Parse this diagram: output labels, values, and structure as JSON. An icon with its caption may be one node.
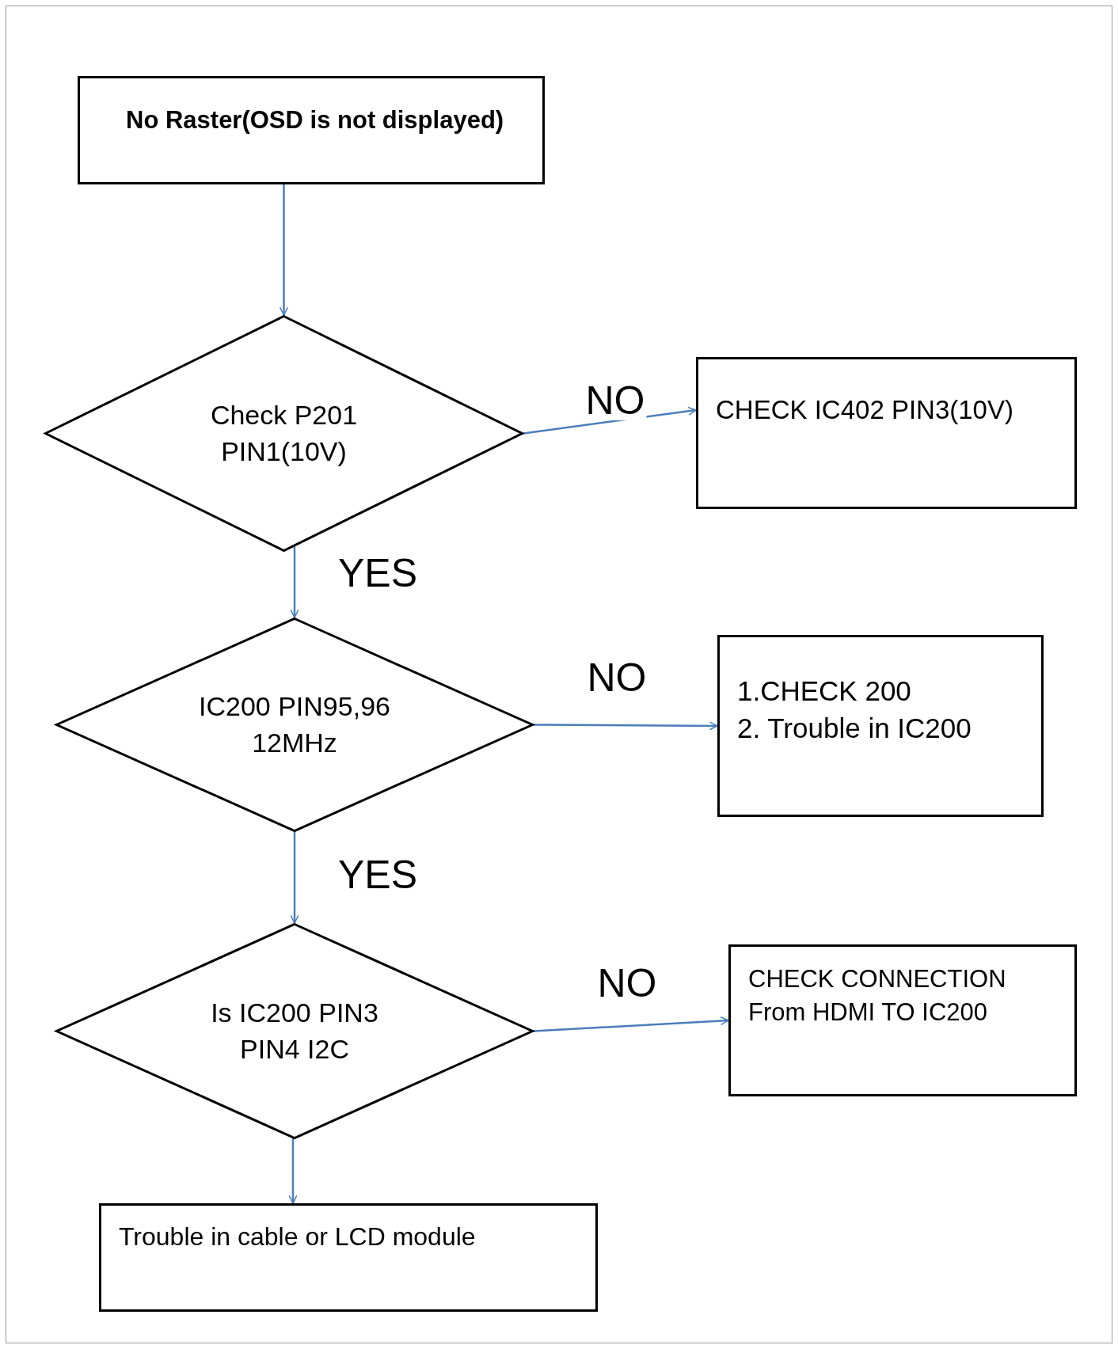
{
  "diagram": {
    "nodes": [
      {
        "text": [
          "No Raster(OSD is not displayed)"
        ]
      },
      {
        "text": [
          "Check P201 PIN1(10V)"
        ]
      },
      {
        "text": [
          "CHECK  IC402 PIN3(10V)"
        ]
      },
      {
        "text": [
          "IC200 PIN95,96 12MHz"
        ]
      },
      {
        "text": [
          "1.CHECK  200",
          "2. Trouble in IC200"
        ]
      },
      {
        "text": [
          "Is IC200 PIN3 PIN4 I2C"
        ]
      },
      {
        "text": [
          "CHECK  CONNECTION From HDMI TO  IC200"
        ]
      },
      {
        "text": [
          "Trouble in cable or LCD module"
        ]
      }
    ],
    "edges": [
      {
        "from": 0,
        "to": 1,
        "arrow": "to"
      },
      {
        "from": 1,
        "to": 2,
        "arrow": "to",
        "label": "NO"
      },
      {
        "from": 1,
        "to": 3,
        "arrow": "to",
        "label": "YES"
      },
      {
        "from": 3,
        "to": 4,
        "arrow": "to",
        "label": "NO"
      },
      {
        "from": 3,
        "to": 5,
        "arrow": "to",
        "label": "YES"
      },
      {
        "from": 5,
        "to": 6,
        "arrow": "to",
        "label": "NO"
      },
      {
        "from": 5,
        "to": 7,
        "arrow": "to"
      }
    ]
  }
}
